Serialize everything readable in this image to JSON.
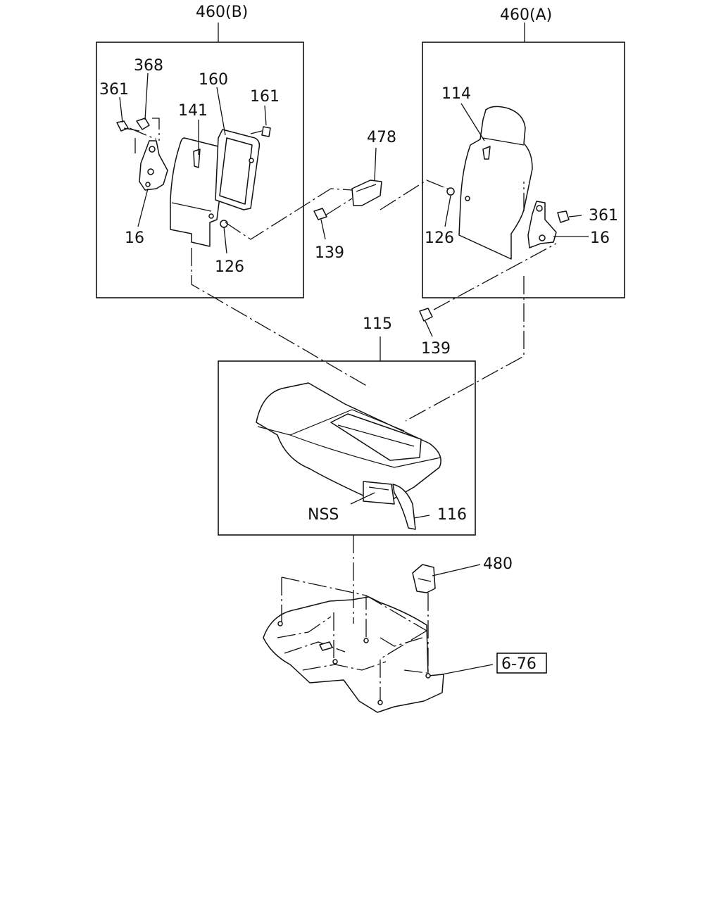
{
  "labels": {
    "assembly_b": "460(B)",
    "assembly_a": "460(A)",
    "b_361": "361",
    "b_368": "368",
    "b_160": "160",
    "b_161": "161",
    "b_141": "141",
    "b_16": "16",
    "b_126": "126",
    "p_478": "478",
    "p_139_top": "139",
    "a_114": "114",
    "a_361": "361",
    "a_126": "126",
    "a_16": "16",
    "p_139_mid": "139",
    "p_115": "115",
    "p_nss": "NSS",
    "p_116": "116",
    "p_480": "480",
    "ref_6_76": "6-76"
  }
}
